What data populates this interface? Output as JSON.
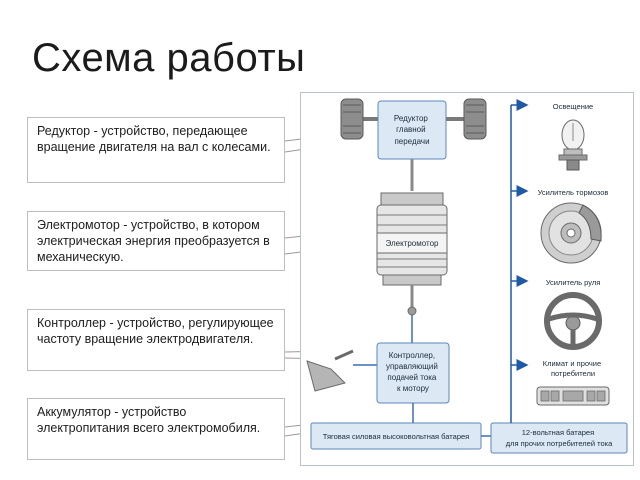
{
  "title": "Схема работы",
  "callouts": [
    {
      "term": "Редуктор",
      "text": " - устройство, передающее вращение двигателя на вал с колесами."
    },
    {
      "term": "Электромотор",
      "text": " - устройство, в котором электрическая энергия преобразуется в механическую."
    },
    {
      "term": "Контроллер",
      "text": " - устройство, регулирующее частоту вращение электродвигателя."
    },
    {
      "term": "Аккумулятор",
      "text": " - устройство электропитания всего электромобиля."
    }
  ],
  "diagram": {
    "reducer": [
      "Редуктор",
      "главной",
      "передачи"
    ],
    "motor": "Электромотор",
    "controller": [
      "Контроллер,",
      "управляющий",
      "подачей тока",
      "к мотору"
    ],
    "main_battery": "Тяговая силовая высоковольтная батарея",
    "aux_battery": [
      "12-вольтная батарея",
      "для прочих потребителей тока"
    ],
    "consumers": [
      {
        "label": "Освещение",
        "icon": "headlight-bulb-icon"
      },
      {
        "label": "Усилитель тормозов",
        "icon": "brake-disc-icon"
      },
      {
        "label": "Усилитель руля",
        "icon": "steering-wheel-icon"
      },
      {
        "label": "Климат и прочие потребители",
        "label_lines": [
          "Климат и прочие",
          "потребители"
        ],
        "icon": "climate-panel-icon"
      }
    ],
    "colors": {
      "box_fill": "#dce9f5",
      "box_stroke": "#5b86b8",
      "arrow": "#1f5aa6",
      "wire": "#3a6fb0"
    }
  }
}
